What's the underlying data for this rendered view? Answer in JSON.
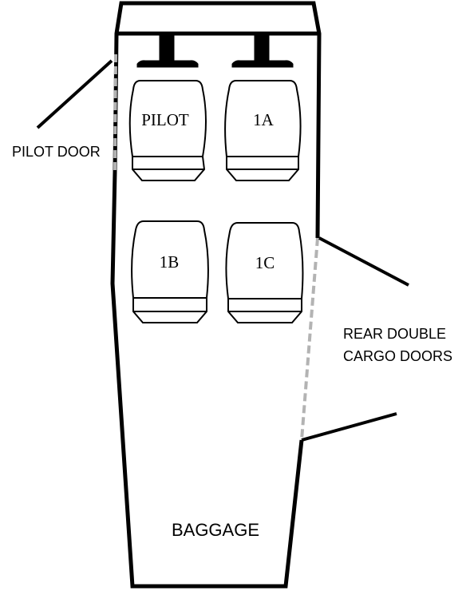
{
  "labels": {
    "pilot_door": "PILOT DOOR",
    "rear_doors_line1": "REAR DOUBLE",
    "rear_doors_line2": "CARGO DOORS",
    "baggage": "BAGGAGE"
  },
  "seats": {
    "pilot": "PILOT",
    "s1a": "1A",
    "s1b": "1B",
    "s1c": "1C"
  },
  "colors": {
    "outline": "#000000",
    "door_dash": "#b3b3b3",
    "background": "#ffffff"
  }
}
